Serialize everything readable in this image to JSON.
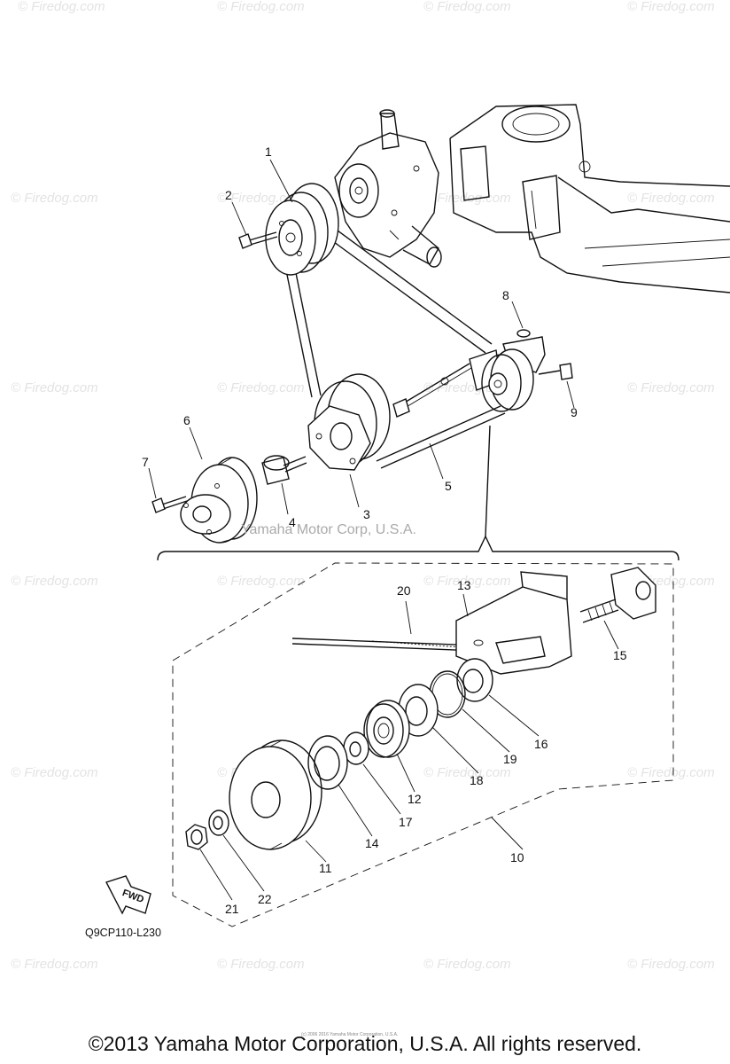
{
  "watermark": "© Firedog.com",
  "credit_text": "Yamaha Motor Corp, U.S.A.",
  "tiny_notice": "(c) 2006 2016 Yamaha Motor Corporation, U.S.A.",
  "diagram_code": "Q9CP110-L230",
  "fwd_label": "FWD",
  "copyright": "©2013 Yamaha Motor Corporation, U.S.A. All rights reserved.",
  "callouts": {
    "c1": "1",
    "c2": "2",
    "c3": "3",
    "c4": "4",
    "c5": "5",
    "c6": "6",
    "c7": "7",
    "c8": "8",
    "c9": "9",
    "c10": "10",
    "c11": "11",
    "c12": "12",
    "c13": "13",
    "c14": "14",
    "c15": "15",
    "c16": "16",
    "c17": "17",
    "c18": "18",
    "c19": "19",
    "c20": "20",
    "c21": "21",
    "c22": "22"
  }
}
